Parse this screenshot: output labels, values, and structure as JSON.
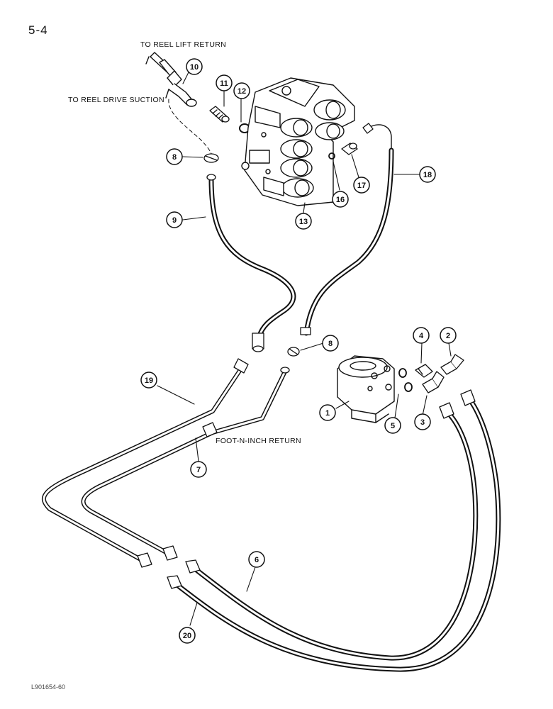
{
  "page": {
    "number": "5-4",
    "figure_id": "L901654-60"
  },
  "notes": {
    "reel_lift_return": "TO REEL LIFT RETURN",
    "reel_drive_suction": "TO REEL DRIVE SUCTION",
    "foot_n_inch_return": "FOOT-N-INCH RETURN"
  },
  "callouts": [
    "10",
    "11",
    "12",
    "8",
    "9",
    "13",
    "16",
    "17",
    "18",
    "8",
    "4",
    "2",
    "19",
    "1",
    "5",
    "3",
    "7",
    "6",
    "20"
  ],
  "colors": {
    "line": "#111111",
    "paper": "#ffffff"
  }
}
